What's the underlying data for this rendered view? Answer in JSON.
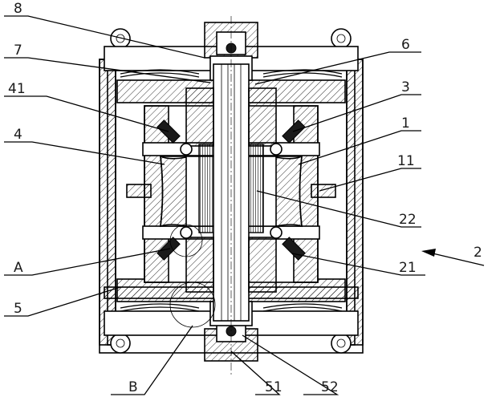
{
  "labels": {
    "l8": "8",
    "l7": "7",
    "l41": "41",
    "l4": "4",
    "lA": "A",
    "l5": "5",
    "lB": "B",
    "l6": "6",
    "l3": "3",
    "l1": "1",
    "l11": "11",
    "l22": "22",
    "l2": "2",
    "l21": "21",
    "l51": "51",
    "l52": "52"
  }
}
